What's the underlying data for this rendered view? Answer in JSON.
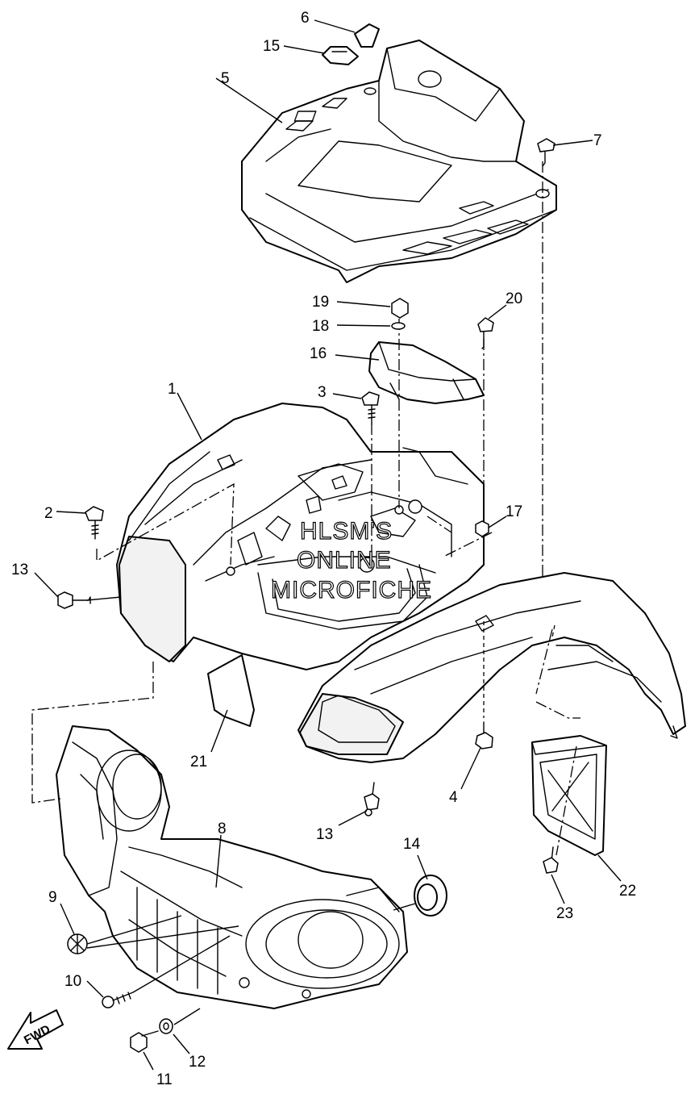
{
  "diagram": {
    "callouts": [
      "1",
      "2",
      "3",
      "4",
      "5",
      "6",
      "7",
      "8",
      "9",
      "10",
      "11",
      "12",
      "13",
      "13",
      "14",
      "15",
      "16",
      "17",
      "18",
      "19",
      "20",
      "21",
      "22",
      "23"
    ],
    "watermark": [
      "HLSM'S",
      "ONLINE",
      "MICROFICHE"
    ],
    "direction_label": "FWD"
  }
}
